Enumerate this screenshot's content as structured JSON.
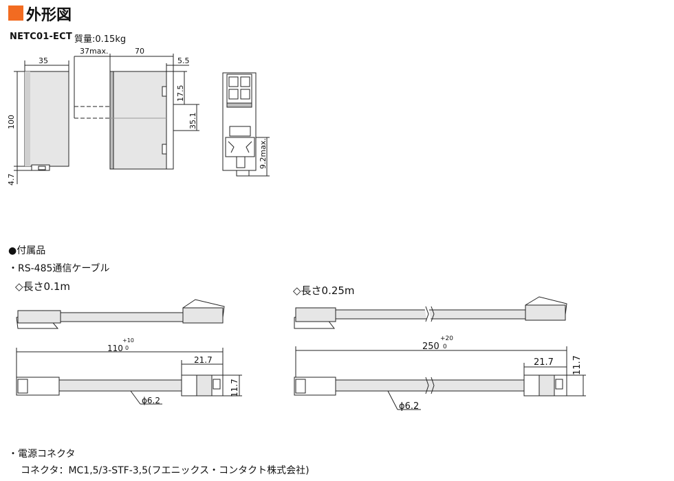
{
  "header": {
    "title": "外形図",
    "model": "NETC01-ECT",
    "mass": "質量:0.15kg"
  },
  "drawing": {
    "front_width": "35",
    "front_height": "100",
    "front_bottom": "4.7",
    "side_protrusion": "37max.",
    "side_depth": "70",
    "side_rail": "5.5",
    "side_upper": "17.5",
    "side_rail_height": "35.1",
    "bottom_protrusion": "9.2max."
  },
  "accessories": {
    "heading": "●付属品",
    "cable_heading": "・RS-485通信ケーブル",
    "cable_short": {
      "label": "◇長さ0.1m",
      "length": "110",
      "tol_plus": "+10",
      "tol_minus": "0",
      "plug_len": "21.7",
      "plug_height": "11.7",
      "diameter": "ϕ6.2"
    },
    "cable_long": {
      "label": "◇長さ0.25m",
      "length": "250",
      "tol_plus": "+20",
      "tol_minus": "0",
      "plug_len": "21.7",
      "plug_height": "11.7",
      "diameter": "ϕ6.2"
    },
    "connector_heading": "・電源コネクタ",
    "connector_detail": "コネクタ：MC1,5/3-STF-3,5(フエニックス・コンタクト株式会社)"
  }
}
